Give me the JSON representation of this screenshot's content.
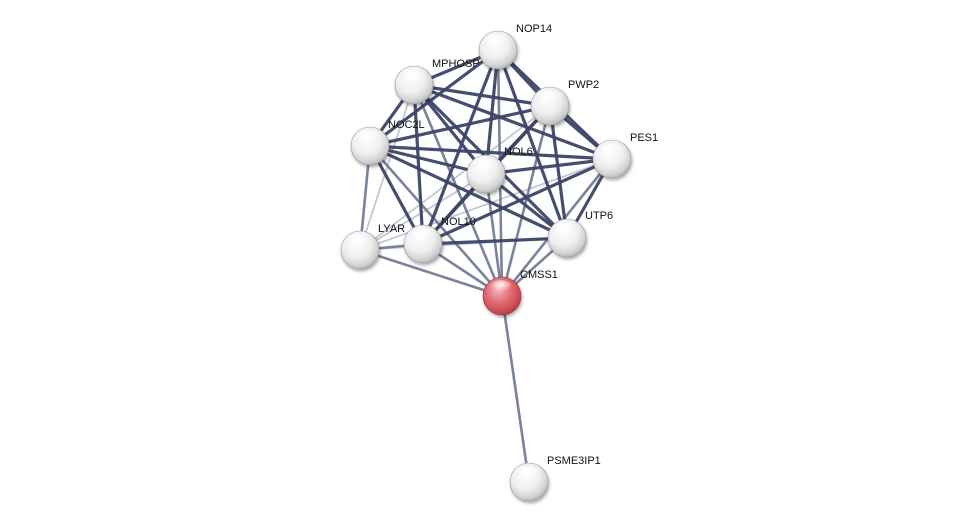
{
  "network": {
    "nodes": [
      {
        "id": "NOP14",
        "label": "NOP14",
        "query": false
      },
      {
        "id": "MPHOSPH10",
        "label": "MPHOSP",
        "query": false
      },
      {
        "id": "PWP2",
        "label": "PWP2",
        "query": false
      },
      {
        "id": "NOC2L",
        "label": "NOC2L",
        "query": false
      },
      {
        "id": "NOL6",
        "label": "NOL6",
        "query": false
      },
      {
        "id": "PES1",
        "label": "PES1",
        "query": false
      },
      {
        "id": "UTP6",
        "label": "UTP6",
        "query": false
      },
      {
        "id": "NOL10",
        "label": "NOL10",
        "query": false
      },
      {
        "id": "LYAR",
        "label": "LYAR",
        "query": false
      },
      {
        "id": "CMSS1",
        "label": "CMSS1",
        "query": true
      },
      {
        "id": "PSME3IP1",
        "label": "PSME3IP1",
        "query": false
      }
    ],
    "edges": [
      {
        "a": "NOP14",
        "b": "MPHOSPH10",
        "strength": "strong"
      },
      {
        "a": "NOP14",
        "b": "PWP2",
        "strength": "strong"
      },
      {
        "a": "NOP14",
        "b": "NOC2L",
        "strength": "strong"
      },
      {
        "a": "NOP14",
        "b": "NOL6",
        "strength": "strong"
      },
      {
        "a": "NOP14",
        "b": "PES1",
        "strength": "strong"
      },
      {
        "a": "NOP14",
        "b": "UTP6",
        "strength": "strong"
      },
      {
        "a": "NOP14",
        "b": "NOL10",
        "strength": "strong"
      },
      {
        "a": "NOP14",
        "b": "CMSS1",
        "strength": "medium"
      },
      {
        "a": "MPHOSPH10",
        "b": "PWP2",
        "strength": "strong"
      },
      {
        "a": "MPHOSPH10",
        "b": "NOC2L",
        "strength": "strong"
      },
      {
        "a": "MPHOSPH10",
        "b": "NOL6",
        "strength": "strong"
      },
      {
        "a": "MPHOSPH10",
        "b": "PES1",
        "strength": "strong"
      },
      {
        "a": "MPHOSPH10",
        "b": "UTP6",
        "strength": "strong"
      },
      {
        "a": "MPHOSPH10",
        "b": "NOL10",
        "strength": "strong"
      },
      {
        "a": "MPHOSPH10",
        "b": "LYAR",
        "strength": "weak"
      },
      {
        "a": "MPHOSPH10",
        "b": "CMSS1",
        "strength": "medium"
      },
      {
        "a": "PWP2",
        "b": "NOC2L",
        "strength": "strong"
      },
      {
        "a": "PWP2",
        "b": "NOL6",
        "strength": "strong"
      },
      {
        "a": "PWP2",
        "b": "PES1",
        "strength": "strong"
      },
      {
        "a": "PWP2",
        "b": "UTP6",
        "strength": "strong"
      },
      {
        "a": "PWP2",
        "b": "NOL10",
        "strength": "strong"
      },
      {
        "a": "PWP2",
        "b": "LYAR",
        "strength": "weak"
      },
      {
        "a": "PWP2",
        "b": "CMSS1",
        "strength": "medium"
      },
      {
        "a": "NOC2L",
        "b": "NOL6",
        "strength": "strong"
      },
      {
        "a": "NOC2L",
        "b": "PES1",
        "strength": "strong"
      },
      {
        "a": "NOC2L",
        "b": "UTP6",
        "strength": "strong"
      },
      {
        "a": "NOC2L",
        "b": "NOL10",
        "strength": "strong"
      },
      {
        "a": "NOC2L",
        "b": "LYAR",
        "strength": "medium"
      },
      {
        "a": "NOC2L",
        "b": "CMSS1",
        "strength": "medium"
      },
      {
        "a": "NOL6",
        "b": "PES1",
        "strength": "strong"
      },
      {
        "a": "NOL6",
        "b": "UTP6",
        "strength": "strong"
      },
      {
        "a": "NOL6",
        "b": "NOL10",
        "strength": "strong"
      },
      {
        "a": "NOL6",
        "b": "LYAR",
        "strength": "weak"
      },
      {
        "a": "NOL6",
        "b": "CMSS1",
        "strength": "medium"
      },
      {
        "a": "PES1",
        "b": "UTP6",
        "strength": "strong"
      },
      {
        "a": "PES1",
        "b": "NOL10",
        "strength": "strong"
      },
      {
        "a": "PES1",
        "b": "LYAR",
        "strength": "weak"
      },
      {
        "a": "PES1",
        "b": "CMSS1",
        "strength": "medium"
      },
      {
        "a": "UTP6",
        "b": "NOL10",
        "strength": "strong"
      },
      {
        "a": "UTP6",
        "b": "LYAR",
        "strength": "weak"
      },
      {
        "a": "UTP6",
        "b": "CMSS1",
        "strength": "medium"
      },
      {
        "a": "NOL10",
        "b": "LYAR",
        "strength": "medium"
      },
      {
        "a": "NOL10",
        "b": "CMSS1",
        "strength": "medium"
      },
      {
        "a": "LYAR",
        "b": "CMSS1",
        "strength": "medium"
      },
      {
        "a": "CMSS1",
        "b": "PSME3IP1",
        "strength": "medium"
      }
    ],
    "colors": {
      "edge_strong": "#3c4468",
      "edge_medium": "#6c7592",
      "edge_weak": "#bcc1d2",
      "node_fill": "#e2e2e2",
      "node_query": "#d9535e",
      "label": "#111111"
    }
  }
}
